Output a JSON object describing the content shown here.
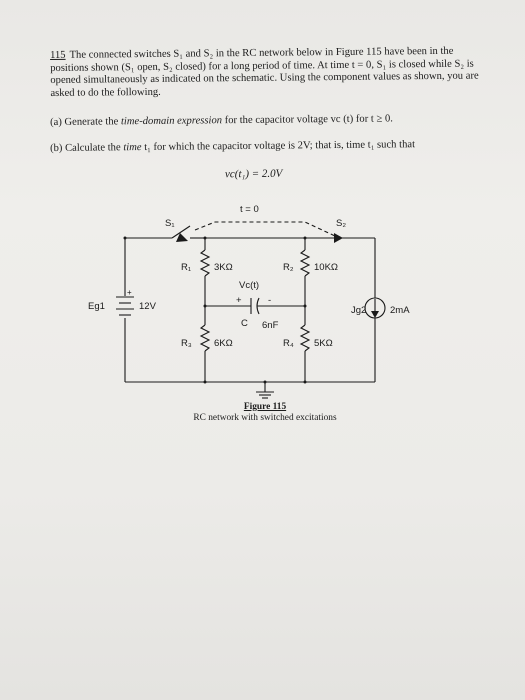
{
  "problem": {
    "number": "115",
    "statement": "The connected switches S₁ and S₂ in the RC network below in Figure 115 have been in the positions shown (S₁ open, S₂ closed) for a long period of time. At time t = 0, S₁ is closed while S₂ is opened simultaneously as indicated on the schematic. Using the component values as shown, you are asked to do the following."
  },
  "parts": {
    "a_prefix": "(a) Generate the ",
    "a_em": "time-domain expression",
    "a_suffix": " for the capacitor voltage vc (t) for t ≥ 0.",
    "b_prefix": "(b) Calculate the ",
    "b_em": "time",
    "b_suffix": " t₁ for which the capacitor voltage is 2V; that is, time t₁ such that"
  },
  "formula": "vc(t₁) = 2.0V",
  "schematic": {
    "switch_time": "t = 0",
    "s1": "S₁",
    "s2": "S₂",
    "r1_name": "R₁",
    "r1_value": "3KΩ",
    "r2_name": "R₂",
    "r2_value": "10KΩ",
    "r3_name": "R₃",
    "r3_value": "6KΩ",
    "r4_name": "R₄",
    "r4_value": "5KΩ",
    "vc_label": "Vc(t)",
    "cap_name": "C",
    "cap_value": "6nF",
    "plus": "+",
    "minus": "-",
    "source_e_name": "Eg1",
    "source_e_value": "12V",
    "source_e_plus": "+",
    "source_j_name": "Jg2",
    "source_j_value": "2mA"
  },
  "figure": {
    "title": "Figure 115",
    "caption": "RC network with switched excitations"
  }
}
